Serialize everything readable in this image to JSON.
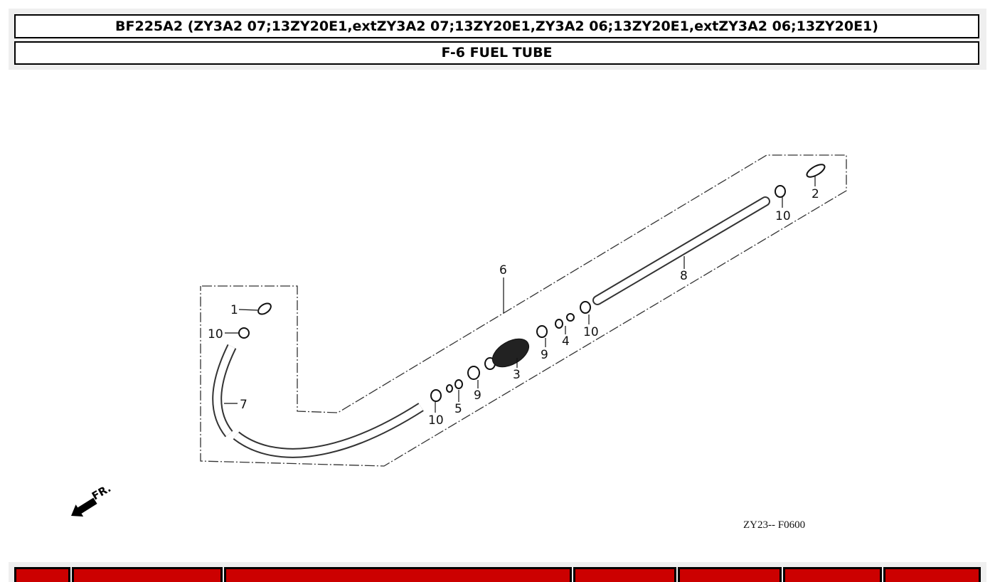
{
  "header": {
    "model_title": "BF225A2 (ZY3A2 07;13ZY20E1,extZY3A2 07;13ZY20E1,ZY3A2 06;13ZY20E1,extZY3A2 06;13ZY20E1)",
    "section_title": "F-6 FUEL TUBE"
  },
  "diagram": {
    "callouts": [
      {
        "id": "1",
        "label": "1"
      },
      {
        "id": "2",
        "label": "2"
      },
      {
        "id": "3",
        "label": "3"
      },
      {
        "id": "4",
        "label": "4"
      },
      {
        "id": "5",
        "label": "5"
      },
      {
        "id": "6",
        "label": "6"
      },
      {
        "id": "7",
        "label": "7"
      },
      {
        "id": "8",
        "label": "8"
      },
      {
        "id": "9a",
        "label": "9"
      },
      {
        "id": "9b",
        "label": "9"
      },
      {
        "id": "10a",
        "label": "10"
      },
      {
        "id": "10b",
        "label": "10"
      },
      {
        "id": "10c",
        "label": "10"
      },
      {
        "id": "10d",
        "label": "10"
      }
    ],
    "direction_label": "FR.",
    "figure_code": "ZY23-- F0600"
  },
  "parts_table": {
    "columns": [
      "",
      "",
      "",
      "",
      "",
      "",
      ""
    ],
    "header_color": "#cc0000"
  }
}
